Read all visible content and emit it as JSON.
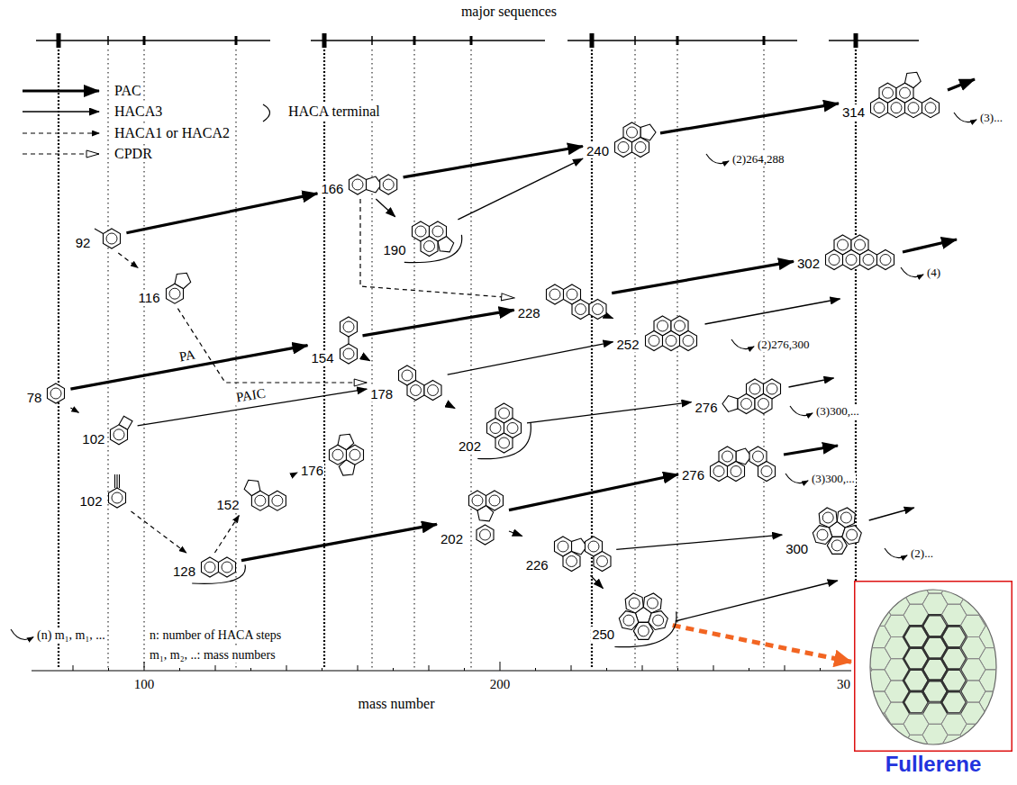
{
  "diagram": {
    "nodes": [
      {
        "text": [
          "92"
        ]
      },
      {
        "text": [
          "116"
        ]
      },
      {
        "text": [
          "78"
        ]
      },
      {
        "text": [
          "102"
        ]
      },
      {
        "text": [
          "102"
        ]
      },
      {
        "text": [
          "128"
        ]
      },
      {
        "text": [
          "152"
        ]
      },
      {
        "text": [
          "176"
        ]
      },
      {
        "text": [
          "154"
        ]
      },
      {
        "text": [
          "166"
        ]
      },
      {
        "text": [
          "190"
        ]
      },
      {
        "text": [
          "178"
        ]
      },
      {
        "text": [
          "202"
        ]
      },
      {
        "text": [
          "202"
        ]
      },
      {
        "text": [
          "226"
        ]
      },
      {
        "text": [
          "250"
        ]
      },
      {
        "text": [
          "228"
        ]
      },
      {
        "text": [
          "240"
        ]
      },
      {
        "text": [
          "252"
        ]
      },
      {
        "text": [
          "276"
        ]
      },
      {
        "text": [
          "276"
        ]
      },
      {
        "text": [
          "300"
        ]
      },
      {
        "text": [
          "314"
        ]
      },
      {
        "text": [
          "302"
        ]
      },
      {
        "text": [
          "Fullerene"
        ]
      }
    ],
    "edges": [
      {
        "from": 2,
        "to": 8,
        "arrow": "to",
        "label": "PA"
      },
      {
        "from": 0,
        "to": 9,
        "arrow": "to"
      },
      {
        "from": 8,
        "to": 16,
        "arrow": "to"
      },
      {
        "from": 9,
        "to": 17,
        "arrow": "to"
      },
      {
        "from": 17,
        "to": 22,
        "arrow": "to"
      },
      {
        "from": 16,
        "to": 23,
        "arrow": "to"
      },
      {
        "from": 5,
        "to": 13,
        "arrow": "to"
      },
      {
        "from": 13,
        "to": 20,
        "arrow": "to"
      },
      {
        "from": 3,
        "to": 11,
        "arrow": "to",
        "label": "PAIC"
      },
      {
        "from": 8,
        "to": 11,
        "arrow": "to"
      },
      {
        "from": 11,
        "to": 12,
        "arrow": "to"
      },
      {
        "from": 9,
        "to": 10,
        "arrow": "to"
      },
      {
        "from": 10,
        "to": 17,
        "arrow": "to"
      },
      {
        "from": 11,
        "to": 18,
        "arrow": "to"
      },
      {
        "from": 16,
        "to": 18,
        "arrow": "to"
      },
      {
        "from": 12,
        "to": 19,
        "arrow": "to"
      },
      {
        "from": 13,
        "to": 14,
        "arrow": "to"
      },
      {
        "from": 14,
        "to": 15,
        "arrow": "to"
      },
      {
        "from": 14,
        "to": 21,
        "arrow": "to"
      },
      {
        "from": 0,
        "to": 1,
        "arrow": "to"
      },
      {
        "from": 2,
        "to": 3,
        "arrow": "to"
      },
      {
        "from": 4,
        "to": 5,
        "arrow": "to"
      },
      {
        "from": 5,
        "to": 6,
        "arrow": "to"
      },
      {
        "from": 6,
        "to": 7,
        "arrow": "to"
      },
      {
        "from": 1,
        "to": 11,
        "arrow": "to"
      },
      {
        "from": 9,
        "to": 16,
        "arrow": "to"
      },
      {
        "from": 15,
        "to": 24,
        "arrow": "to"
      }
    ],
    "labels": [
      "major sequences",
      "mass number",
      "100",
      "200",
      "30",
      "(2)264,288",
      "(3)...",
      "(4)",
      "(2)276,300",
      "(3)300,...",
      "(3)300,...",
      "(2)...",
      "(n) m₁, m₁, ...",
      "n: number of HACA steps",
      "m₁, m₂, ..: mass numbers"
    ],
    "legend": [
      {
        "text": "PAC"
      },
      {
        "text": "HACA3"
      },
      {
        "text": "HACA terminal"
      },
      {
        "text": "HACA1 or HACA2"
      },
      {
        "text": "CPDR"
      }
    ]
  }
}
